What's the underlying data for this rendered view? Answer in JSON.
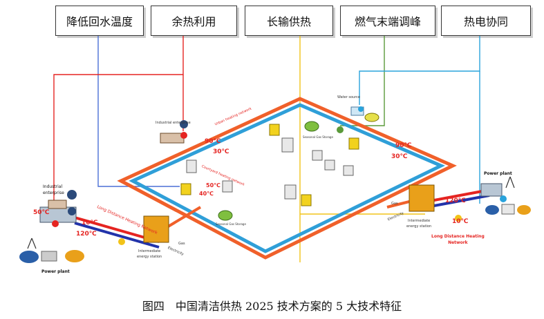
{
  "features": [
    "降低回水温度",
    "余热利用",
    "长输供热",
    "燃气末端调峰",
    "热电协同"
  ],
  "labels": {
    "industrial_enterprise_top": "Industrial enterprise",
    "industrial_enterprise_left_1": "Industrial",
    "industrial_enterprise_left_2": "enterprise",
    "urban_heating_network": "Urban heating network",
    "courtyard_heating_network": "Courtyard heating network",
    "water_source": "Water source",
    "seasonal_gas_storage": "Seasonal Gas Storage",
    "long_distance_heating_network_left": "Long Distance Heating Network",
    "long_distance_heating_network_right_1": "Long Distance Heating",
    "long_distance_heating_network_right_2": "Network",
    "intermediate_station_1": "Intermediate",
    "intermediate_station_2": "energy station",
    "power_plant": "Power plant",
    "gas": "Gas",
    "electricity": "Electricity",
    "t90": "90℃",
    "t30": "30℃",
    "t120": "120℃",
    "t10": "10℃",
    "t50": "50℃",
    "t40": "40℃"
  },
  "colors": {
    "blue_line": "#4a6fd6",
    "red_line": "#e52421",
    "yellow_line": "#f2c318",
    "green_line": "#5a9a3a",
    "cyan_line": "#29a3dc",
    "pipe_orange": "#f0602a",
    "pipe_blue": "#2f9fd8"
  },
  "caption": "图四　中国清洁供热 2025 技术方案的 5 大技术特征"
}
